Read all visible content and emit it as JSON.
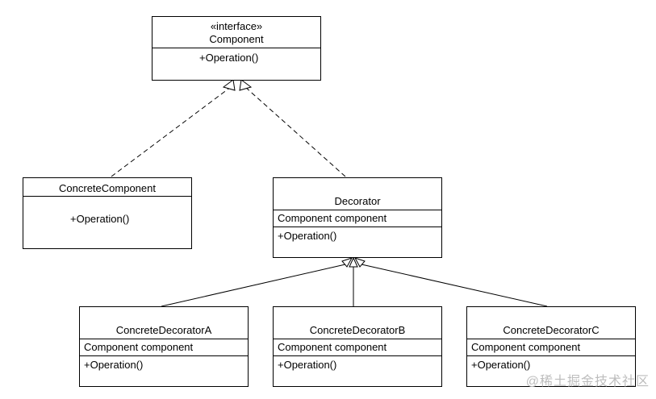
{
  "diagram": {
    "interface": {
      "stereotype": "«interface»",
      "name": "Component",
      "operation": "+Operation()"
    },
    "concrete_component": {
      "name": "ConcreteComponent",
      "operation": "+Operation()"
    },
    "decorator": {
      "name": "Decorator",
      "attribute": "Component component",
      "operation": "+Operation()"
    },
    "decorators": [
      {
        "name": "ConcreteDecoratorA",
        "attribute": "Component component",
        "operation": "+Operation()"
      },
      {
        "name": "ConcreteDecoratorB",
        "attribute": "Component component",
        "operation": "+Operation()"
      },
      {
        "name": "ConcreteDecoratorC",
        "attribute": "Component component",
        "operation": "+Operation()"
      }
    ]
  },
  "watermark": "@稀土掘金技术社区"
}
